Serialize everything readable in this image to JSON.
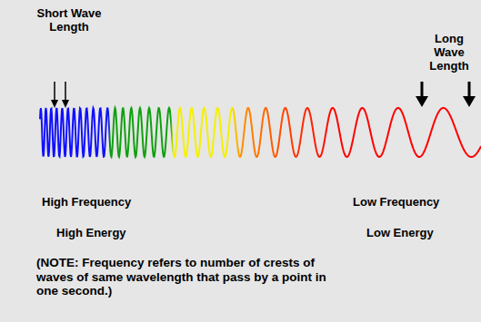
{
  "diagram": {
    "labels": [
      "Short Wave Length",
      "Long Wave Length",
      "High Frequency",
      "High Energy",
      "Low Frequency",
      "Low Energy",
      "(NOTE: Frequency refers to number of crests of waves of same wavelength that pass by a point in one second.)"
    ]
  }
}
